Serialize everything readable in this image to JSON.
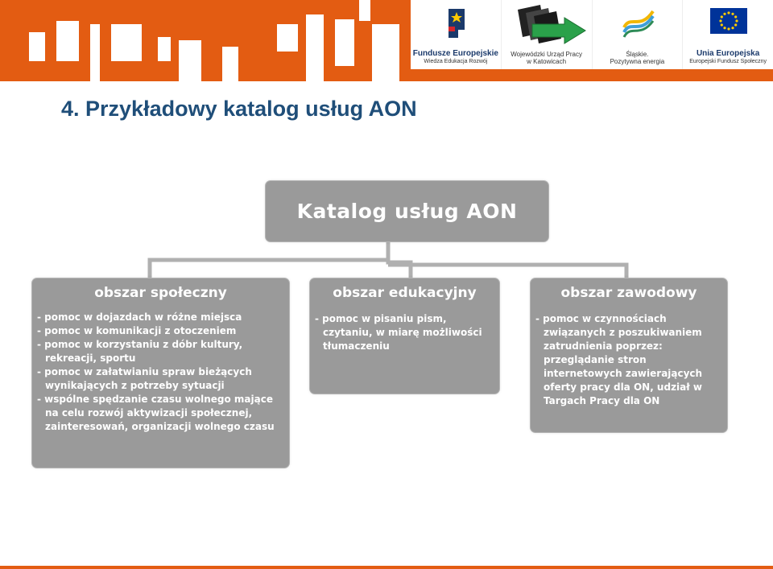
{
  "header": {
    "logos": [
      {
        "name": "Fundusze Europejskie",
        "sub": "Wiedza Edukacja Rozwój"
      },
      {
        "name": "Wojewódzki Urząd Pracy",
        "sub": "w Katowicach"
      },
      {
        "name": "Śląskie.",
        "sub": "Pozytywna energia"
      },
      {
        "name": "Unia Europejska",
        "sub": "Europejski Fundusz Społeczny"
      }
    ],
    "colors": {
      "banner": "#e35c12",
      "eu_blue": "#003399",
      "eu_star": "#ffcc00"
    }
  },
  "page": {
    "title": "4. Przykładowy katalog usług AON"
  },
  "diagram": {
    "root": "Katalog usług AON",
    "areas": [
      {
        "title": "obszar społeczny",
        "items": [
          "- pomoc w dojazdach w różne miejsca",
          "- pomoc w komunikacji z otoczeniem",
          "- pomoc w korzystaniu z dóbr kultury, rekreacji, sportu",
          "- pomoc w załatwianiu spraw bieżących wynikających z potrzeby sytuacji",
          "- wspólne spędzanie czasu wolnego mające na celu rozwój aktywizacji społecznej, zainteresowań, organizacji wolnego czasu"
        ]
      },
      {
        "title": "obszar edukacyjny",
        "items": [
          "- pomoc w pisaniu pism, czytaniu, w miarę możliwości tłumaczeniu"
        ]
      },
      {
        "title": "obszar zawodowy",
        "items": [
          "- pomoc w czynnościach związanych z poszukiwaniem zatrudnienia poprzez: przeglądanie stron internetowych zawierających oferty pracy dla ON, udział w Targach Pracy dla ON"
        ]
      }
    ],
    "colors": {
      "box": "#9a9a9a",
      "connector": "#b0b0b0",
      "title": "#1f4e79"
    }
  }
}
